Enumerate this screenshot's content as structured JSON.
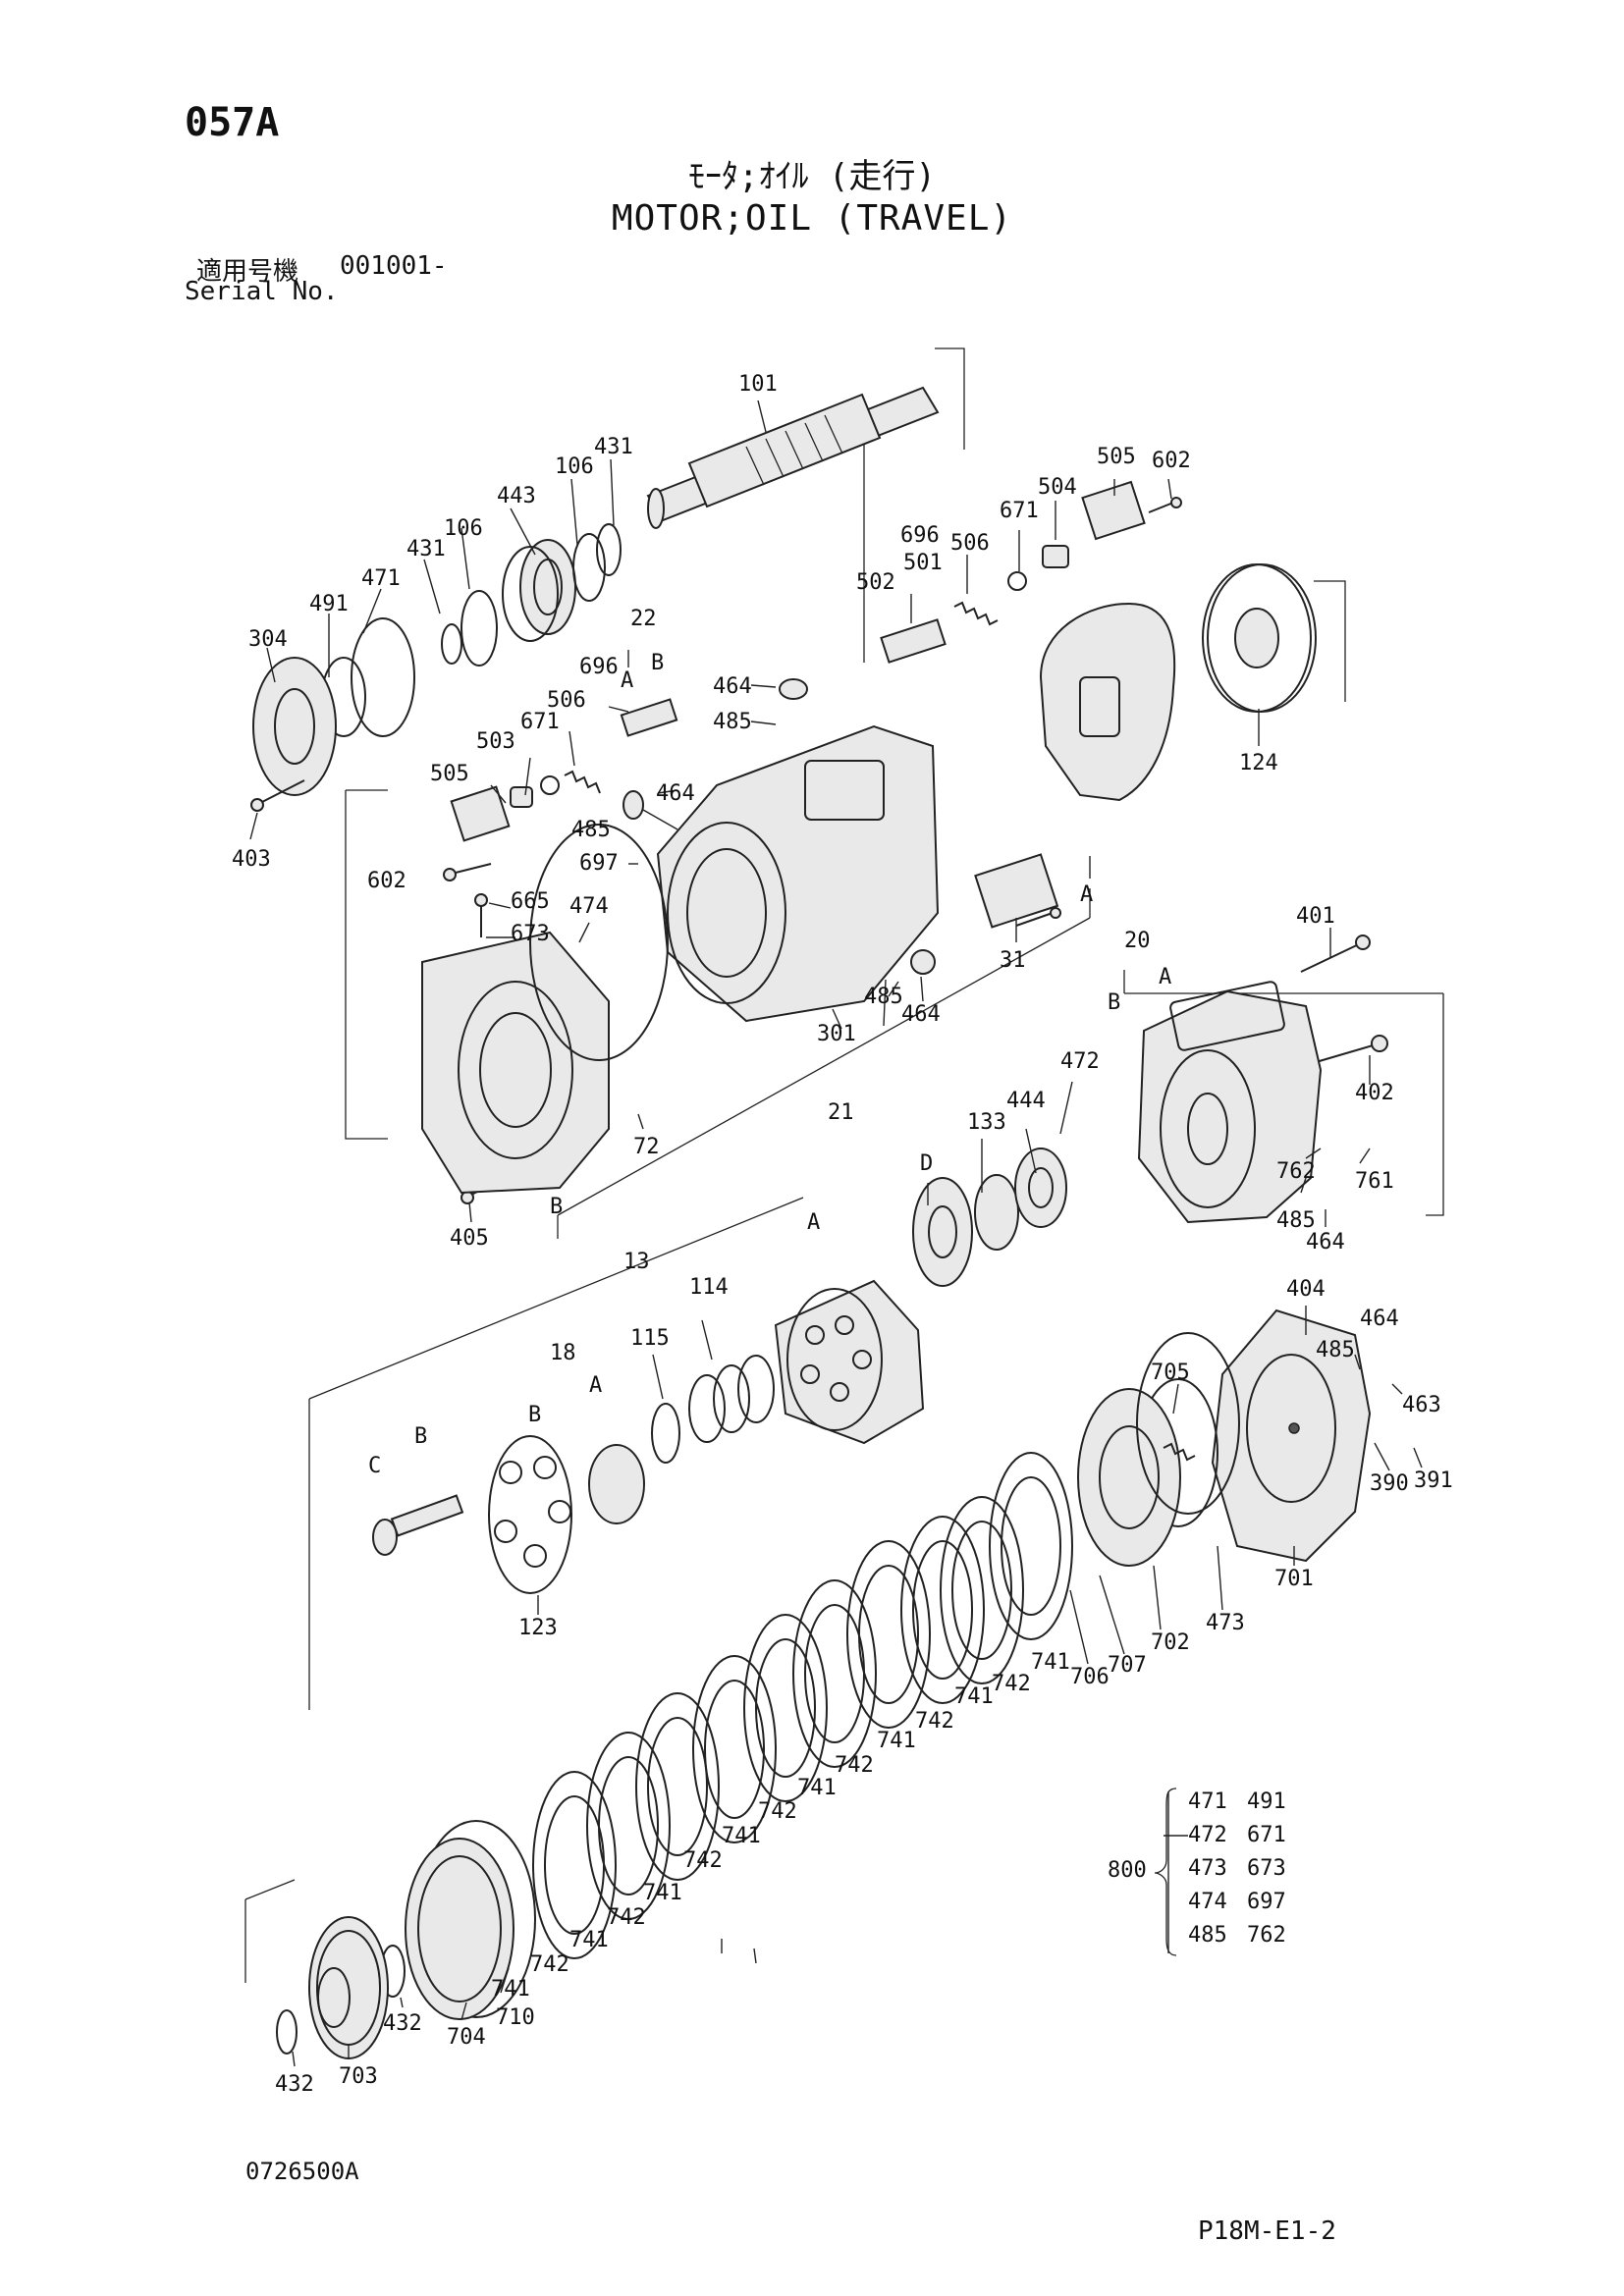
{
  "page_code": "057A",
  "title_jp": "ﾓｰﾀ;ｵｲﾙ (走行)",
  "title_en": "MOTOR;OIL (TRAVEL)",
  "serial_label_jp": "適用号機",
  "serial_value": "001001-",
  "serial_label_en": "Serial No.",
  "drawing_code": "0726500A",
  "page_ref": "P18M-E1-2",
  "kit": {
    "number": "800",
    "rows": [
      [
        "471",
        "491"
      ],
      [
        "472",
        "671"
      ],
      [
        "473",
        "673"
      ],
      [
        "474",
        "697"
      ],
      [
        "485",
        "762"
      ]
    ]
  },
  "callouts": {
    "c101": "101",
    "c431a": "431",
    "c106a": "106",
    "c443": "443",
    "c106b": "106",
    "c431b": "431",
    "c471a": "471",
    "c491a": "491",
    "c304": "304",
    "c403": "403",
    "c505a": "505",
    "c602a": "602",
    "c504": "504",
    "c671a": "671",
    "c696a": "696",
    "c501": "501",
    "c506a": "506",
    "c502": "502",
    "c124": "124",
    "c22": "22",
    "cA22": "A",
    "cB22": "B",
    "c696b": "696",
    "c506b": "506",
    "c671b": "671",
    "c503": "503",
    "c505b": "505",
    "c464a": "464",
    "c485a": "485",
    "c464b": "464",
    "c485b": "485",
    "c697": "697",
    "c602b": "602",
    "c665": "665",
    "c673": "673",
    "c474": "474",
    "c31": "31",
    "cA31": "A",
    "c485c": "485",
    "c464c": "464",
    "c301": "301",
    "c72": "72",
    "c405": "405",
    "cB21": "B",
    "c21": "21",
    "c401": "401",
    "c20": "20",
    "cB20": "B",
    "cA20": "A",
    "c472": "472",
    "c133": "133",
    "c444": "444",
    "cD": "D",
    "c402": "402",
    "c762": "762",
    "c761": "761",
    "c485d": "485",
    "c464d": "464",
    "c13": "13",
    "cA13": "A",
    "c114": "114",
    "c115": "115",
    "c18": "18",
    "cA18": "A",
    "cB18": "B",
    "cB13": "B",
    "cC": "C",
    "c123": "123",
    "c404": "404",
    "c464e": "464",
    "c485e": "485",
    "c463": "463",
    "c705": "705",
    "c390": "390",
    "c391": "391",
    "c701": "701",
    "c473": "473",
    "c702": "702",
    "c707": "707",
    "c706": "706",
    "c741a": "741",
    "c742a": "742",
    "c741b": "741",
    "c742b": "742",
    "c741c": "741",
    "c742c": "742",
    "c741d": "741",
    "c742d": "742",
    "c741e": "741",
    "c742e": "742",
    "c741f": "741",
    "c742f": "742",
    "c741g": "741",
    "c742g": "742",
    "c741h": "741",
    "c710": "710",
    "c704": "704",
    "c432a": "432",
    "c703": "703",
    "c432b": "432"
  },
  "icons": {
    "shaft": "shaft-icon",
    "bearing": "bearing-icon",
    "seal": "seal-icon",
    "housing": "housing-icon",
    "valve": "valve-icon",
    "gear": "gear-icon",
    "plate": "friction-plate-icon",
    "bolt": "bolt-icon"
  }
}
